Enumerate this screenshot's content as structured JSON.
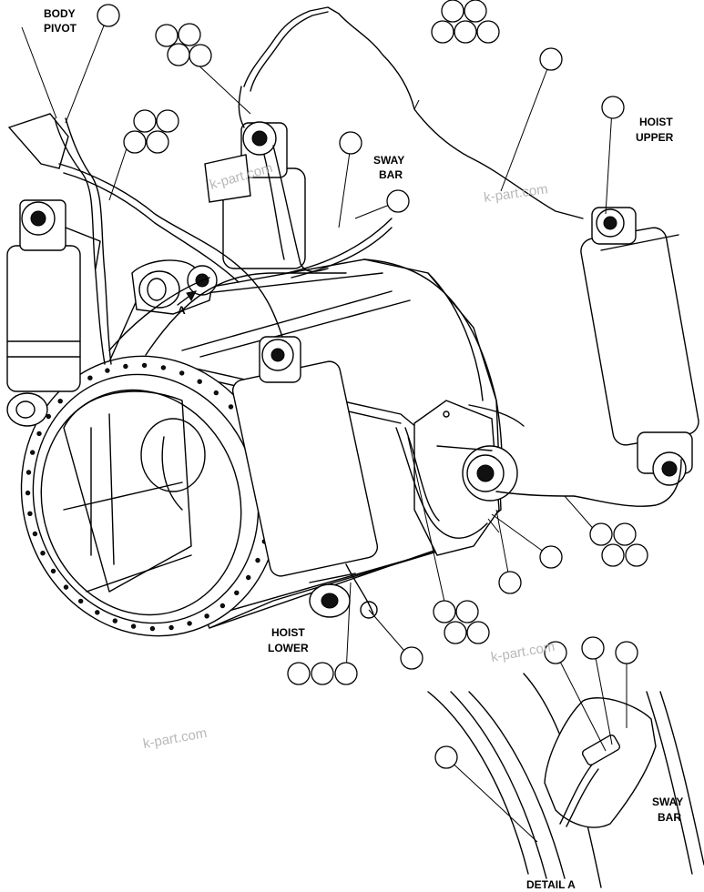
{
  "labels": {
    "body_pivot_1": "BODY",
    "body_pivot_2": "PIVOT",
    "sway_bar_top_1": "SWAY",
    "sway_bar_top_2": "BAR",
    "hoist_upper_1": "HOIST",
    "hoist_upper_2": "UPPER",
    "hoist_lower_1": "HOIST",
    "hoist_lower_2": "LOWER",
    "sway_bar_detail_1": "SWAY",
    "sway_bar_detail_2": "BAR",
    "view_a": "A",
    "detail_a": "DETAIL A"
  },
  "watermarks": [
    "k-part.com",
    "k-part.com",
    "k-part.com",
    "k-part.com"
  ],
  "colors": {
    "line": "#000000",
    "background": "#ffffff",
    "watermark": "#b8b8b8"
  }
}
